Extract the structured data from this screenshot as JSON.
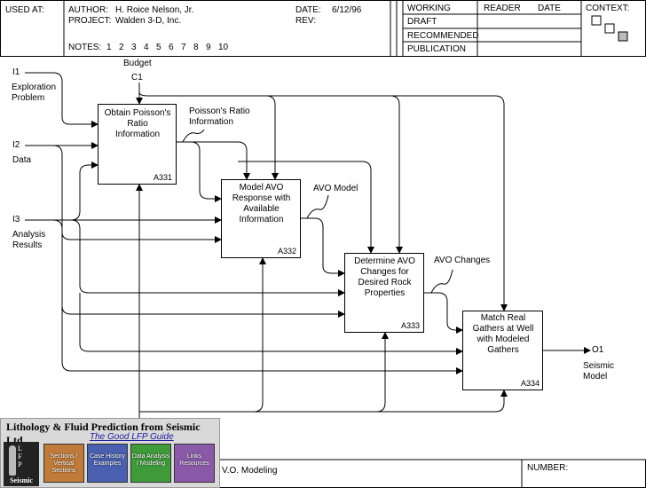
{
  "header": {
    "used_at": "USED AT:",
    "author_label": "AUTHOR:",
    "author_value": "H. Roice Nelson, Jr.",
    "project_label": "PROJECT:",
    "project_value": "Walden 3-D, Inc.",
    "date_label": "DATE:",
    "date_value": "6/12/96",
    "rev_label": "REV:",
    "notes_label": "NOTES:",
    "notes": [
      "1",
      "2",
      "3",
      "4",
      "5",
      "6",
      "7",
      "8",
      "9",
      "10"
    ],
    "status": [
      "WORKING",
      "DRAFT",
      "RECOMMENDED",
      "PUBLICATION"
    ],
    "reader_label": "READER",
    "reader_date_label": "DATE",
    "context_label": "CONTEXT:"
  },
  "inputs": {
    "i1_code": "I1",
    "i1_label_1": "Exploration",
    "i1_label_2": "Problem",
    "i2_code": "I2",
    "i2_label": "Data",
    "i3_code": "I3",
    "i3_label_1": "Analysis",
    "i3_label_2": "Results"
  },
  "control": {
    "label": "Budget",
    "code": "C1"
  },
  "output": {
    "code": "O1",
    "label_1": "Seismic",
    "label_2": "Model"
  },
  "boxes": [
    {
      "lines": [
        "Obtain Poisson's",
        "Ratio",
        "Information"
      ],
      "id": "A331"
    },
    {
      "lines": [
        "Model AVO",
        "Response with",
        "Available",
        "Information"
      ],
      "id": "A332"
    },
    {
      "lines": [
        "Determine AVO",
        "Changes for",
        "Desired Rock",
        "Properties"
      ],
      "id": "A333"
    },
    {
      "lines": [
        "Match Real",
        "Gathers at Well",
        "with Modeled",
        "Gathers"
      ],
      "id": "A334"
    }
  ],
  "arrow_labels": {
    "poisson_1": "Poisson's Ratio",
    "poisson_2": "Information",
    "avo_model": "AVO Model",
    "avo_changes": "AVO Changes"
  },
  "footer": {
    "title_partial": "V.O. Modeling",
    "number_label": "NUMBER:"
  },
  "banner": {
    "title": "Lithology & Fluid Prediction from Seismic Ltd.",
    "subtitle": "The Good LFP Guide",
    "logo_letters": [
      "L",
      "F",
      "P"
    ],
    "logo_word": "Seismic",
    "tiles": [
      "Sections / Vertical Sections",
      "Case History Examples",
      "Data Analysis / Modeling",
      "Links Resources"
    ]
  },
  "colors": {
    "line": "#000000",
    "tile_1": "#c07a3a",
    "tile_2": "#4a5fb0",
    "tile_3": "#3f9a3a",
    "tile_4": "#8a5aa8"
  }
}
